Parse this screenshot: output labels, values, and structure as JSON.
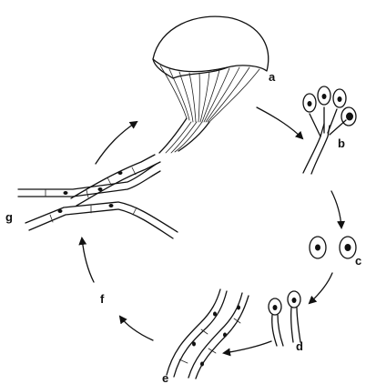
{
  "stages": [
    {
      "id": "a",
      "label": "a"
    },
    {
      "id": "b",
      "label": "b"
    },
    {
      "id": "c",
      "label": "c"
    },
    {
      "id": "d",
      "label": "d"
    },
    {
      "id": "e",
      "label": "e"
    },
    {
      "id": "f",
      "label": "f"
    },
    {
      "id": "g",
      "label": "g"
    }
  ],
  "colors": {
    "ink": "#111111",
    "background": "#ffffff"
  }
}
